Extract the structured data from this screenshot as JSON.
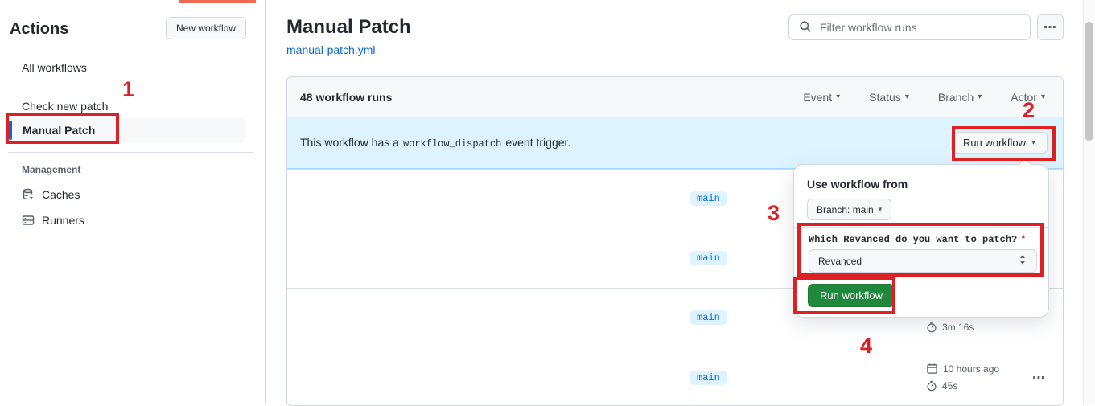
{
  "sidebar": {
    "title": "Actions",
    "new_workflow_button": "New workflow",
    "items": [
      "All workflows",
      "Check new patch",
      "Manual Patch"
    ],
    "management_header": "Management",
    "management_items": [
      "Caches",
      "Runners"
    ]
  },
  "main": {
    "title": "Manual Patch",
    "file_link": "manual-patch.yml",
    "search_placeholder": "Filter workflow runs"
  },
  "runs": {
    "count_label": "48 workflow runs",
    "filters": [
      "Event",
      "Status",
      "Branch",
      "Actor"
    ],
    "banner": {
      "before": "This workflow has a",
      "code": "workflow_dispatch",
      "after": "event trigger.",
      "button": "Run workflow"
    },
    "rows": [
      {
        "branch": "main"
      },
      {
        "branch": "main"
      },
      {
        "branch": "main",
        "duration": "3m 16s"
      },
      {
        "branch": "main",
        "date": "10 hours ago",
        "duration": "45s"
      }
    ]
  },
  "popup": {
    "heading": "Use workflow from",
    "branch_selector": "Branch: main",
    "input_label": "Which Revanced do you want to patch?",
    "required": "*",
    "select_value": "Revanced",
    "submit_button": "Run workflow"
  },
  "annotations": {
    "steps": [
      "1",
      "2",
      "3",
      "4"
    ]
  },
  "icons": {
    "caret_down": "▾",
    "kebab": "⋯"
  },
  "colors": {
    "annotation_red": "#de2025",
    "accent_blue": "#0969da",
    "banner_bg": "#ddf4ff",
    "green_button": "#1f883d",
    "border": "#d0d7de"
  }
}
